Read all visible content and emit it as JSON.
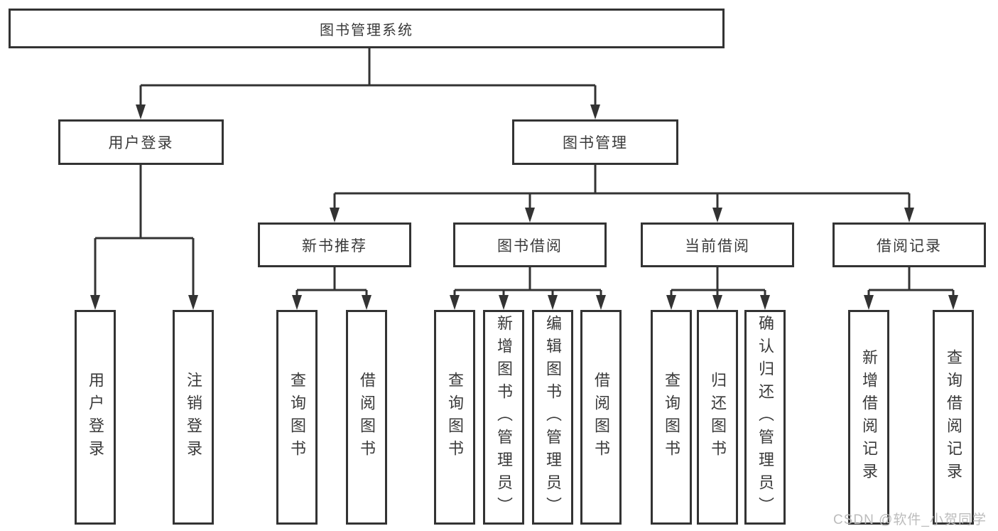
{
  "diagram": {
    "root_label": "图书管理系统",
    "branches": [
      {
        "label": "用户登录",
        "leaves": [
          "用户登录",
          "注销登录"
        ]
      },
      {
        "label": "图书管理",
        "groups": [
          {
            "label": "新书推荐",
            "leaves": [
              "查询图书",
              "借阅图书"
            ]
          },
          {
            "label": "图书借阅",
            "leaves": [
              "查询图书",
              "新增图书（管理员）",
              "编辑图书（管理员）",
              "借阅图书"
            ]
          },
          {
            "label": "当前借阅",
            "leaves": [
              "查询图书",
              "归还图书",
              "确认归还（管理员）"
            ]
          },
          {
            "label": "借阅记录",
            "leaves": [
              "新增借阅记录",
              "查询借阅记录"
            ]
          }
        ]
      }
    ]
  },
  "watermark": "CSDN @软件_小贺同学",
  "colors": {
    "line": "#333333",
    "box_border": "#333333",
    "text": "#3a3a3a",
    "watermark": "#bcbcbc",
    "background": "#ffffff"
  }
}
